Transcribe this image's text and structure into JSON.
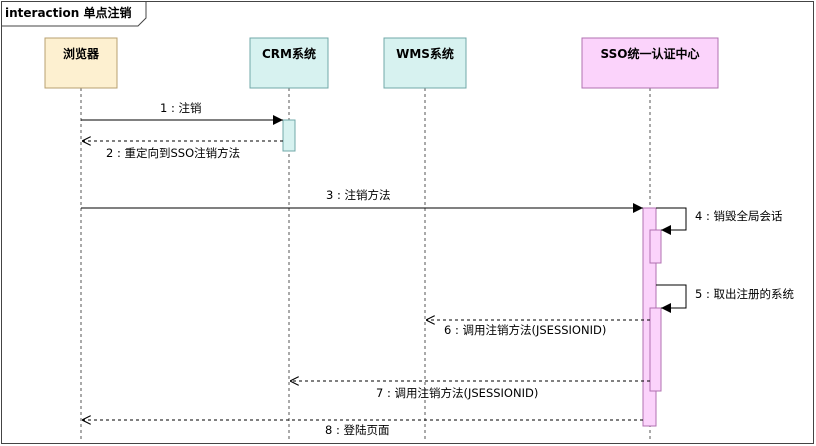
{
  "frame": {
    "title": "interaction 单点注销"
  },
  "lifelines": [
    {
      "id": "browser",
      "label": "浏览器",
      "fill": "#fdf0d0",
      "stroke": "#b8a070"
    },
    {
      "id": "crm",
      "label": "CRM系统",
      "fill": "#d7f2f0",
      "stroke": "#70a8a8"
    },
    {
      "id": "wms",
      "label": "WMS系统",
      "fill": "#d7f2f0",
      "stroke": "#70a8a8"
    },
    {
      "id": "sso",
      "label": "SSO统一认证中心",
      "fill": "#fbd3fb",
      "stroke": "#b070b0"
    }
  ],
  "messages": [
    {
      "n": "1",
      "label": "1 : 注销",
      "from": "browser",
      "to": "crm",
      "kind": "sync"
    },
    {
      "n": "2",
      "label": "2 : 重定向到SSO注销方法",
      "from": "crm",
      "to": "browser",
      "kind": "return"
    },
    {
      "n": "3",
      "label": "3 : 注销方法",
      "from": "browser",
      "to": "sso",
      "kind": "sync"
    },
    {
      "n": "4",
      "label": "4 : 销毁全局会话",
      "from": "sso",
      "to": "sso",
      "kind": "self"
    },
    {
      "n": "5",
      "label": "5 : 取出注册的系统",
      "from": "sso",
      "to": "sso",
      "kind": "self"
    },
    {
      "n": "6",
      "label": "6 : 调用注销方法(JSESSIONID)",
      "from": "sso",
      "to": "wms",
      "kind": "return"
    },
    {
      "n": "7",
      "label": "7 : 调用注销方法(JSESSIONID)",
      "from": "sso",
      "to": "crm",
      "kind": "return"
    },
    {
      "n": "8",
      "label": "8 : 登陆页面",
      "from": "sso",
      "to": "browser",
      "kind": "return"
    }
  ],
  "colors": {
    "line": "#000000",
    "activation_crm": "#d7f2f0",
    "activation_sso": "#fbd3fb",
    "lifeline_dash": "#555555"
  }
}
